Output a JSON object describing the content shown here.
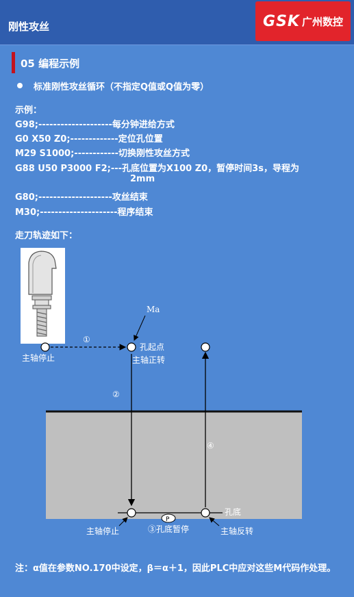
{
  "header": {
    "title": "刚性攻丝",
    "logo_mark": "GSK",
    "logo_text": "广州数控"
  },
  "section": {
    "title": "05 编程示例"
  },
  "bullet": "标准刚性攻丝循环（不指定Q值或Q值为零）",
  "example_label": "示例：",
  "code_lines": {
    "l1": "G98;--------------------每分钟进给方式",
    "l2": "G0 X50 Z0;-------------定位孔位置",
    "l3": "M29 S1000;------------切换刚性攻丝方式",
    "l4": "G88 U50 P3000 F2;---孔底位置为X100 Z0，暂停时间3s，导程为",
    "l4b": "2mm",
    "l5": "G80;--------------------攻丝结束",
    "l6": "M30;---------------------程序结束"
  },
  "path_label": "走刀轨迹如下：",
  "diagram": {
    "ma": "Ma",
    "step1": "①",
    "step2": "②",
    "step3": "③孔底暂停",
    "step4": "④",
    "spindle_stop_top": "主轴停止",
    "hole_start": "孔起点",
    "spindle_forward": "主轴正转",
    "hole_bottom": "孔底",
    "spindle_stop_bottom": "主轴停止",
    "spindle_reverse": "主轴反转",
    "p_marker": "P"
  },
  "note": "注：α值在参数NO.170中设定，β＝α＋1，因此PLC中应对这些M代码作处理。",
  "colors": {
    "background": "#4f88d4",
    "header": "#2f5dae",
    "logo": "#e2242b",
    "accent": "#c3121d",
    "workpiece": "#bfbfbf"
  }
}
